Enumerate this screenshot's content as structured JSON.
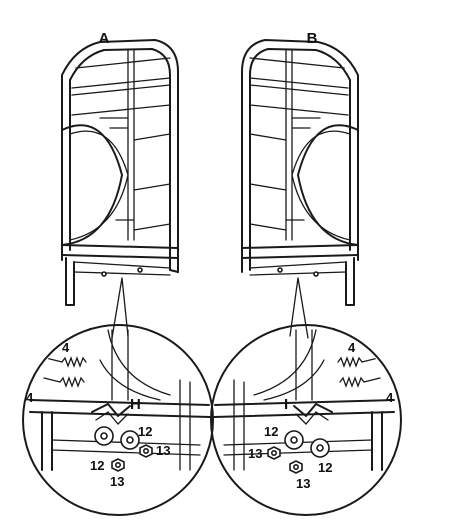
{
  "panels": {
    "left": {
      "label": "A"
    },
    "right": {
      "label": "B"
    }
  },
  "callouts": {
    "left": {
      "spring_top": "4",
      "spring_bottom": "4",
      "bracket_letter": "H",
      "washer_right": "12",
      "nut_right": "13",
      "washer_left": "12",
      "nut_left": "13"
    },
    "right": {
      "spring_top": "4",
      "spring_bottom": "4",
      "bracket_letter": "I",
      "washer_left": "12",
      "nut_left": "13",
      "washer_right": "12",
      "nut_right": "13"
    }
  }
}
